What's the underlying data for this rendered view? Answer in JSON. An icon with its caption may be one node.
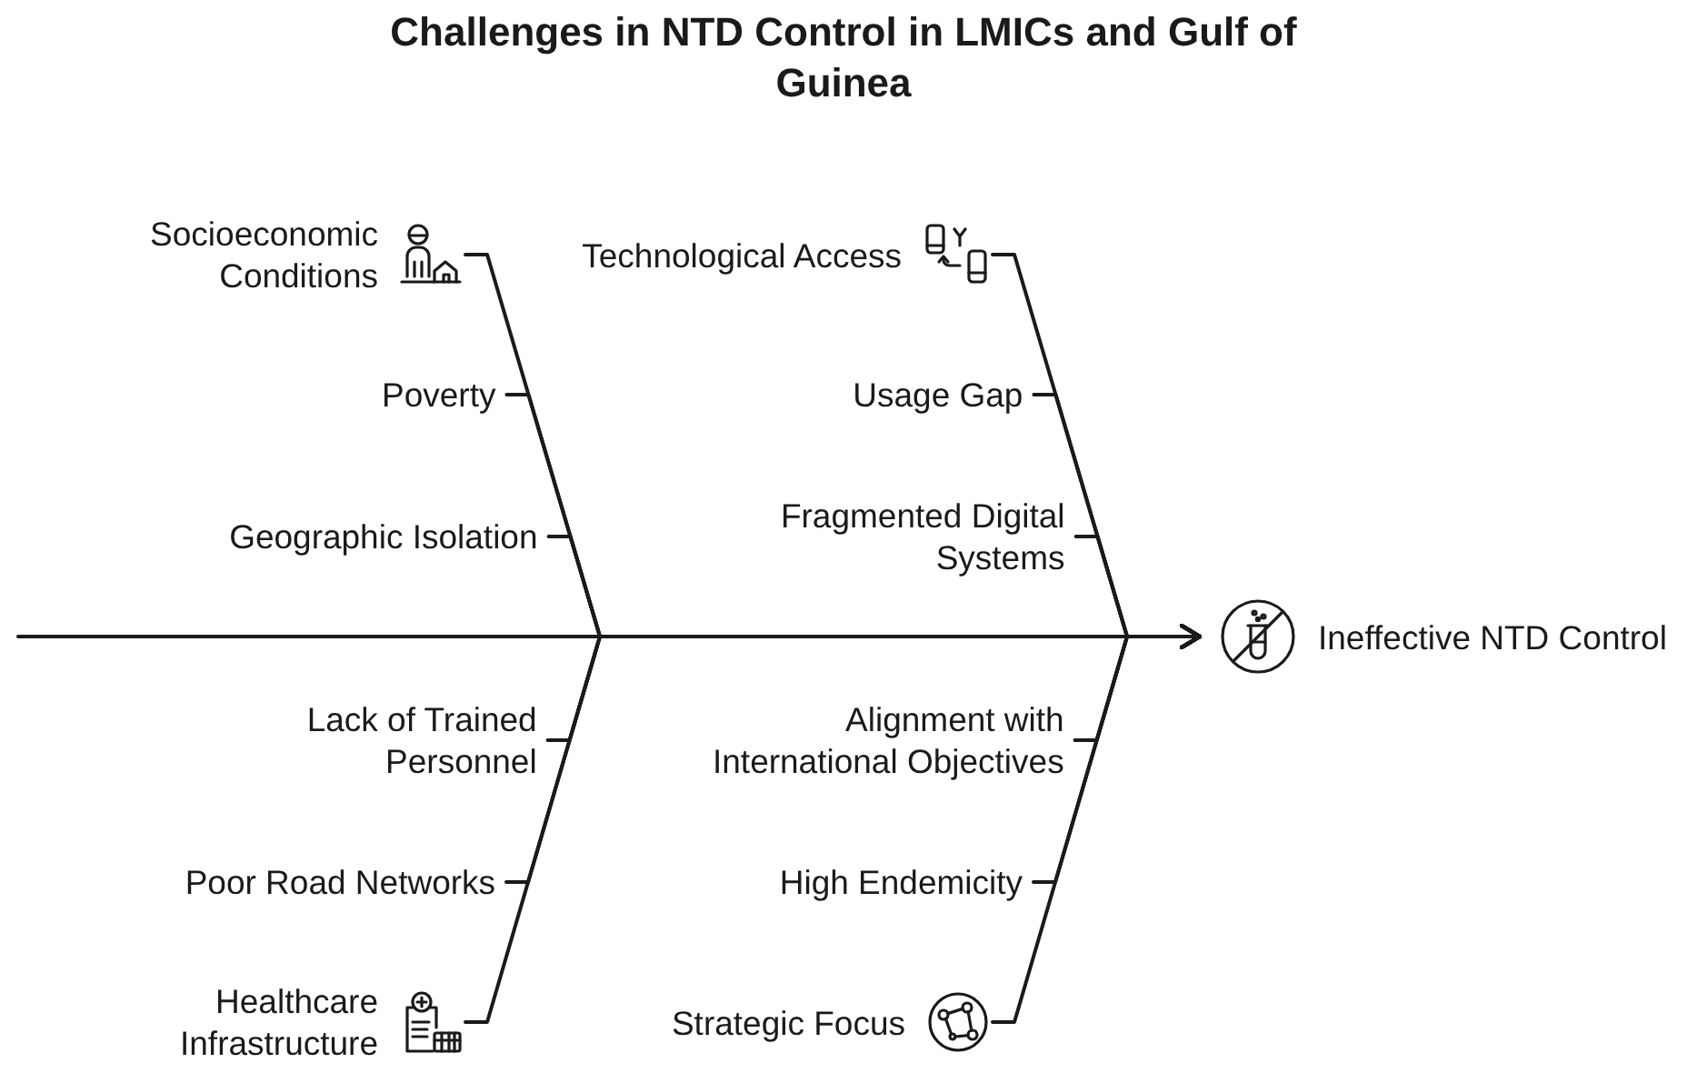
{
  "diagram": {
    "title": "Challenges in NTD Control in LMICs and Gulf of Guinea",
    "nodes": [
      {
        "text": [
          "Socioeconomic Conditions"
        ]
      },
      {
        "text": [
          "Poverty"
        ]
      },
      {
        "text": [
          "Geographic Isolation"
        ]
      },
      {
        "text": [
          "Technological Access"
        ]
      },
      {
        "text": [
          "Usage Gap"
        ]
      },
      {
        "text": [
          "Fragmented Digital Systems"
        ]
      },
      {
        "text": [
          "Lack of Trained Personnel"
        ]
      },
      {
        "text": [
          "Poor Road Networks"
        ]
      },
      {
        "text": [
          "Healthcare Infrastructure"
        ]
      },
      {
        "text": [
          "Alignment with International Objectives"
        ]
      },
      {
        "text": [
          "High Endemicity"
        ]
      },
      {
        "text": [
          "Strategic Focus"
        ]
      },
      {
        "text": [
          "Ineffective NTD Control"
        ]
      }
    ],
    "edges": [
      {
        "from": null,
        "to": 12,
        "arrow": "to"
      },
      {
        "from": 0,
        "to": 12,
        "arrow": "to"
      },
      {
        "from": 1,
        "to": 12,
        "arrow": "to"
      },
      {
        "from": 2,
        "to": 12,
        "arrow": "to"
      },
      {
        "from": 3,
        "to": 12,
        "arrow": "to"
      },
      {
        "from": 4,
        "to": 12,
        "arrow": "to"
      },
      {
        "from": 5,
        "to": 12,
        "arrow": "to"
      },
      {
        "from": 6,
        "to": 12,
        "arrow": "to"
      },
      {
        "from": 7,
        "to": 12,
        "arrow": "to"
      },
      {
        "from": 8,
        "to": 12,
        "arrow": "to"
      },
      {
        "from": 9,
        "to": 12,
        "arrow": "to"
      },
      {
        "from": 10,
        "to": 12,
        "arrow": "to"
      },
      {
        "from": 11,
        "to": 12,
        "arrow": "to"
      }
    ]
  }
}
